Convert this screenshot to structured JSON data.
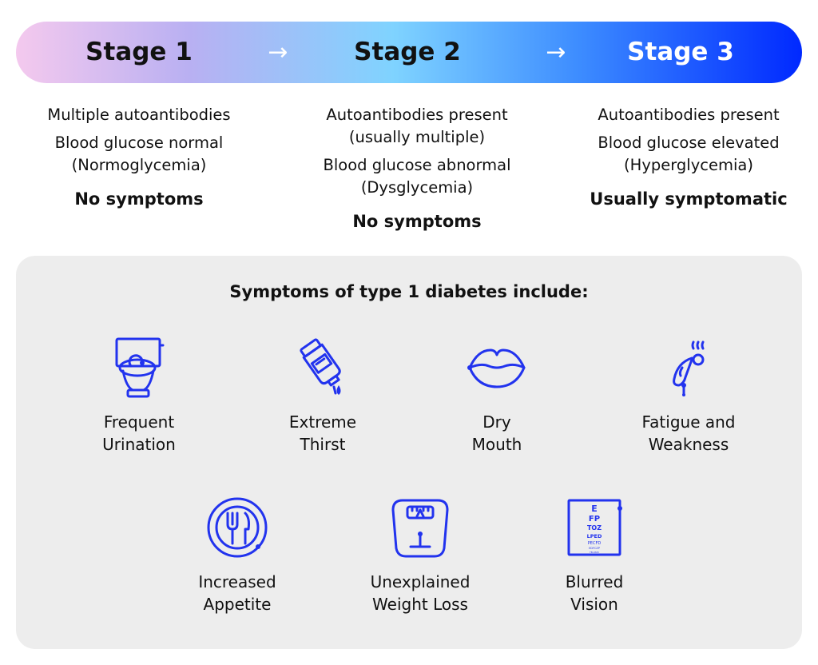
{
  "stages": [
    {
      "title": "Stage 1",
      "lines": [
        "Multiple autoantibodies",
        "Blood glucose normal",
        "(Normoglycemia)"
      ],
      "symptom": "No symptoms"
    },
    {
      "title": "Stage 2",
      "lines": [
        "Autoantibodies present",
        "(usually multiple)",
        "Blood glucose abnormal",
        "(Dysglycemia)"
      ],
      "symptom": "No symptoms"
    },
    {
      "title": "Stage 3",
      "lines": [
        "Autoantibodies present",
        "Blood glucose elevated",
        "(Hyperglycemia)"
      ],
      "symptom": "Usually symptomatic"
    }
  ],
  "arrow_glyph": "→",
  "symptoms_title": "Symptoms of type 1 diabetes include:",
  "symptoms": [
    {
      "icon": "toilet-icon",
      "line1": "Frequent",
      "line2": "Urination"
    },
    {
      "icon": "water-bottle-icon",
      "line1": "Extreme",
      "line2": "Thirst"
    },
    {
      "icon": "lips-icon",
      "line1": "Dry",
      "line2": "Mouth"
    },
    {
      "icon": "tired-person-icon",
      "line1": "Fatigue and",
      "line2": "Weakness"
    },
    {
      "icon": "fork-knife-plate-icon",
      "line1": "Increased",
      "line2": "Appetite"
    },
    {
      "icon": "weight-scale-icon",
      "line1": "Unexplained",
      "line2": "Weight Loss"
    },
    {
      "icon": "eye-chart-icon",
      "line1": "Blurred",
      "line2": "Vision"
    }
  ],
  "eye_chart_rows": [
    "E",
    "FP",
    "TOZ",
    "LPED",
    "PECFD",
    "EDFCZP",
    "FELOPZD"
  ],
  "colors": {
    "accent": "#2233ee",
    "panel": "#ededed"
  }
}
